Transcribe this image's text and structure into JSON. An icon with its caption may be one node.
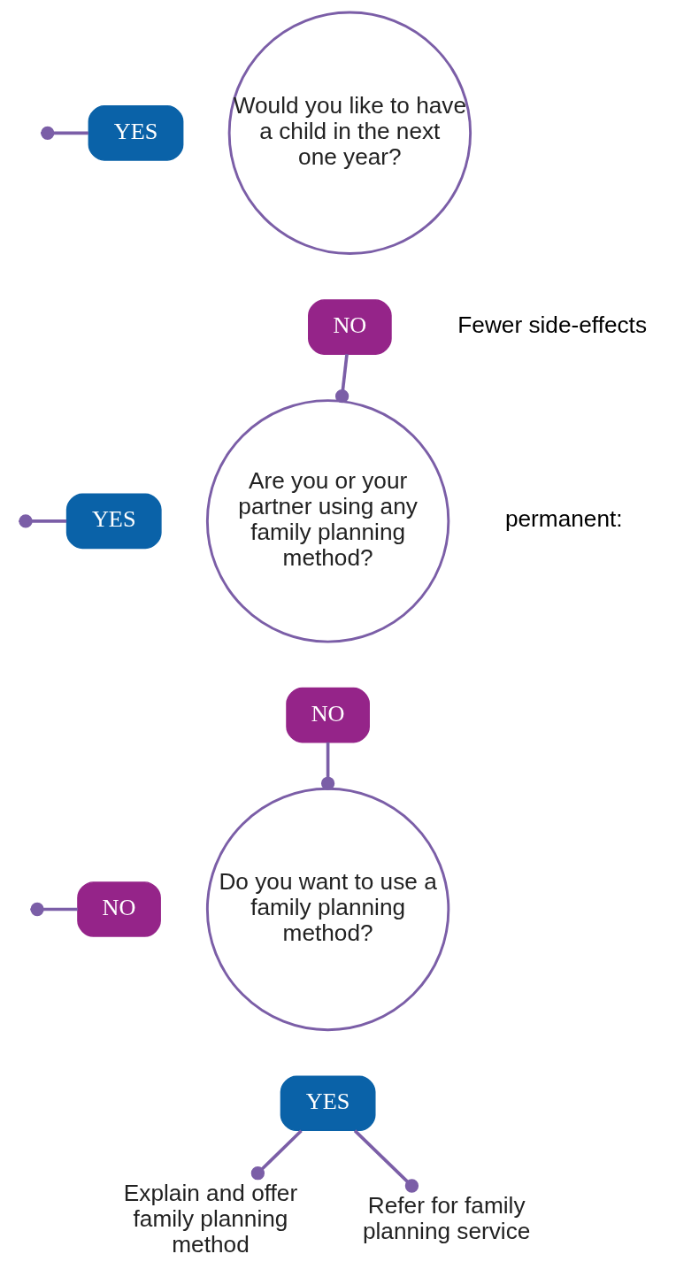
{
  "diagram": {
    "nodes": [
      {
        "text": [
          "Would you like to have a child in the next one year?"
        ]
      },
      {
        "text": [
          "YES"
        ]
      },
      {
        "text": [
          "NO"
        ]
      },
      {
        "text": [
          "Are you or your partner using any family planning method?"
        ]
      },
      {
        "text": [
          "YES"
        ]
      },
      {
        "text": [
          "NO"
        ]
      },
      {
        "text": [
          "Do you want to use a family planning method?"
        ]
      },
      {
        "text": [
          "NO"
        ]
      },
      {
        "text": [
          "YES"
        ]
      },
      {
        "text": [
          "Explain and offer family planning method"
        ]
      },
      {
        "text": [
          "Refer for family planning service"
        ]
      }
    ],
    "edges": [
      {
        "from": 1,
        "to": null,
        "arrow": "other"
      },
      {
        "from": 2,
        "to": 3,
        "arrow": "other"
      },
      {
        "from": 4,
        "to": null,
        "arrow": "other"
      },
      {
        "from": 5,
        "to": 6,
        "arrow": "other"
      },
      {
        "from": 7,
        "to": null,
        "arrow": "other"
      },
      {
        "from": 8,
        "to": 9,
        "arrow": "other"
      },
      {
        "from": 8,
        "to": 10,
        "arrow": "other"
      }
    ],
    "labels": [
      "Fewer side-effects",
      "permanent:"
    ]
  }
}
